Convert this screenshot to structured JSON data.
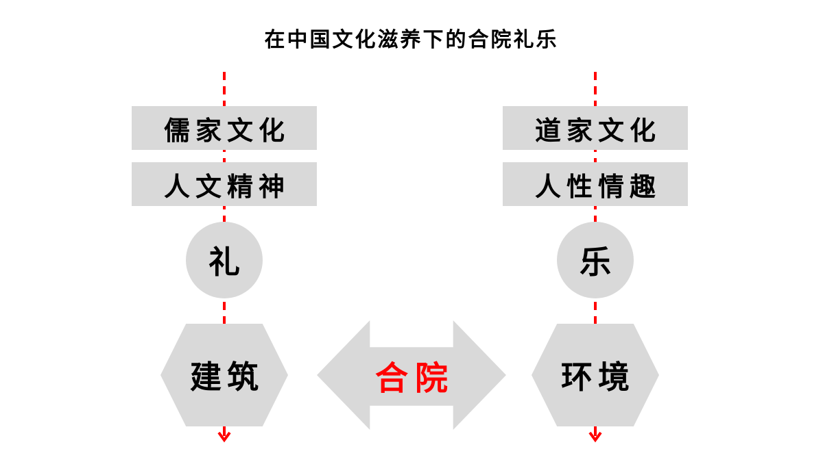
{
  "title": "在中国文化滋养下的合院礼乐",
  "colors": {
    "shape_fill": "#d9d9d9",
    "flow_red": "#ff0000",
    "center_label_red": "#ff0000",
    "text_black": "#000000"
  },
  "columns": {
    "left": {
      "culture": "儒家文化",
      "spirit": "人文精神",
      "core": "礼",
      "outcome": "建筑"
    },
    "right": {
      "culture": "道家文化",
      "spirit": "人性情趣",
      "core": "乐",
      "outcome": "环境"
    }
  },
  "center": {
    "label": "合院"
  }
}
